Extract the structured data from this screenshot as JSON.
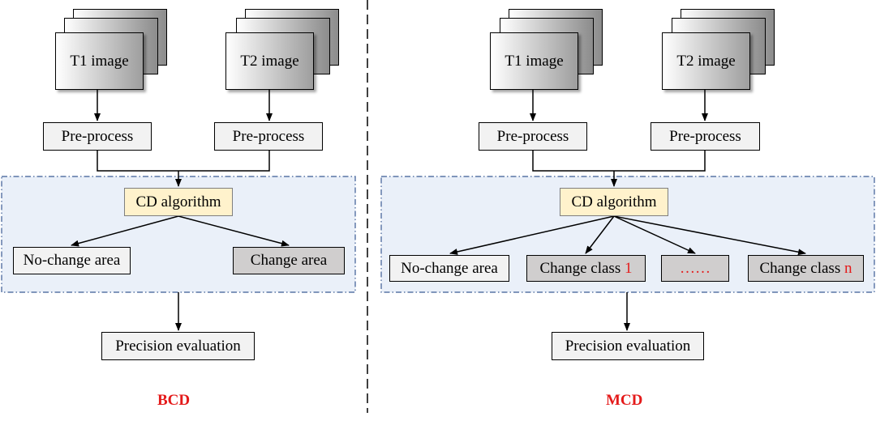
{
  "bcd": {
    "t1_image": "T1 image",
    "t2_image": "T2 image",
    "preprocess_1": "Pre-process",
    "preprocess_2": "Pre-process",
    "algorithm": "CD algorithm",
    "no_change": "No-change area",
    "change": "Change area",
    "evaluation": "Precision evaluation",
    "label": "BCD"
  },
  "mcd": {
    "t1_image": "T1 image",
    "t2_image": "T2 image",
    "preprocess_1": "Pre-process",
    "preprocess_2": "Pre-process",
    "algorithm": "CD algorithm",
    "no_change": "No-change area",
    "change_class_1_text": "Change class ",
    "change_class_1_index": "1",
    "ellipsis": "……",
    "change_class_n_text": "Change class ",
    "change_class_n_index": "n",
    "evaluation": "Precision evaluation",
    "label": "MCD"
  },
  "colors": {
    "accent_red": "#e41a1a",
    "region_fill": "#eaf0f9",
    "region_border": "#3b5b94",
    "cd_fill": "#fff2cc",
    "grey_box": "#d0cece",
    "light_box": "#f2f2f2"
  }
}
